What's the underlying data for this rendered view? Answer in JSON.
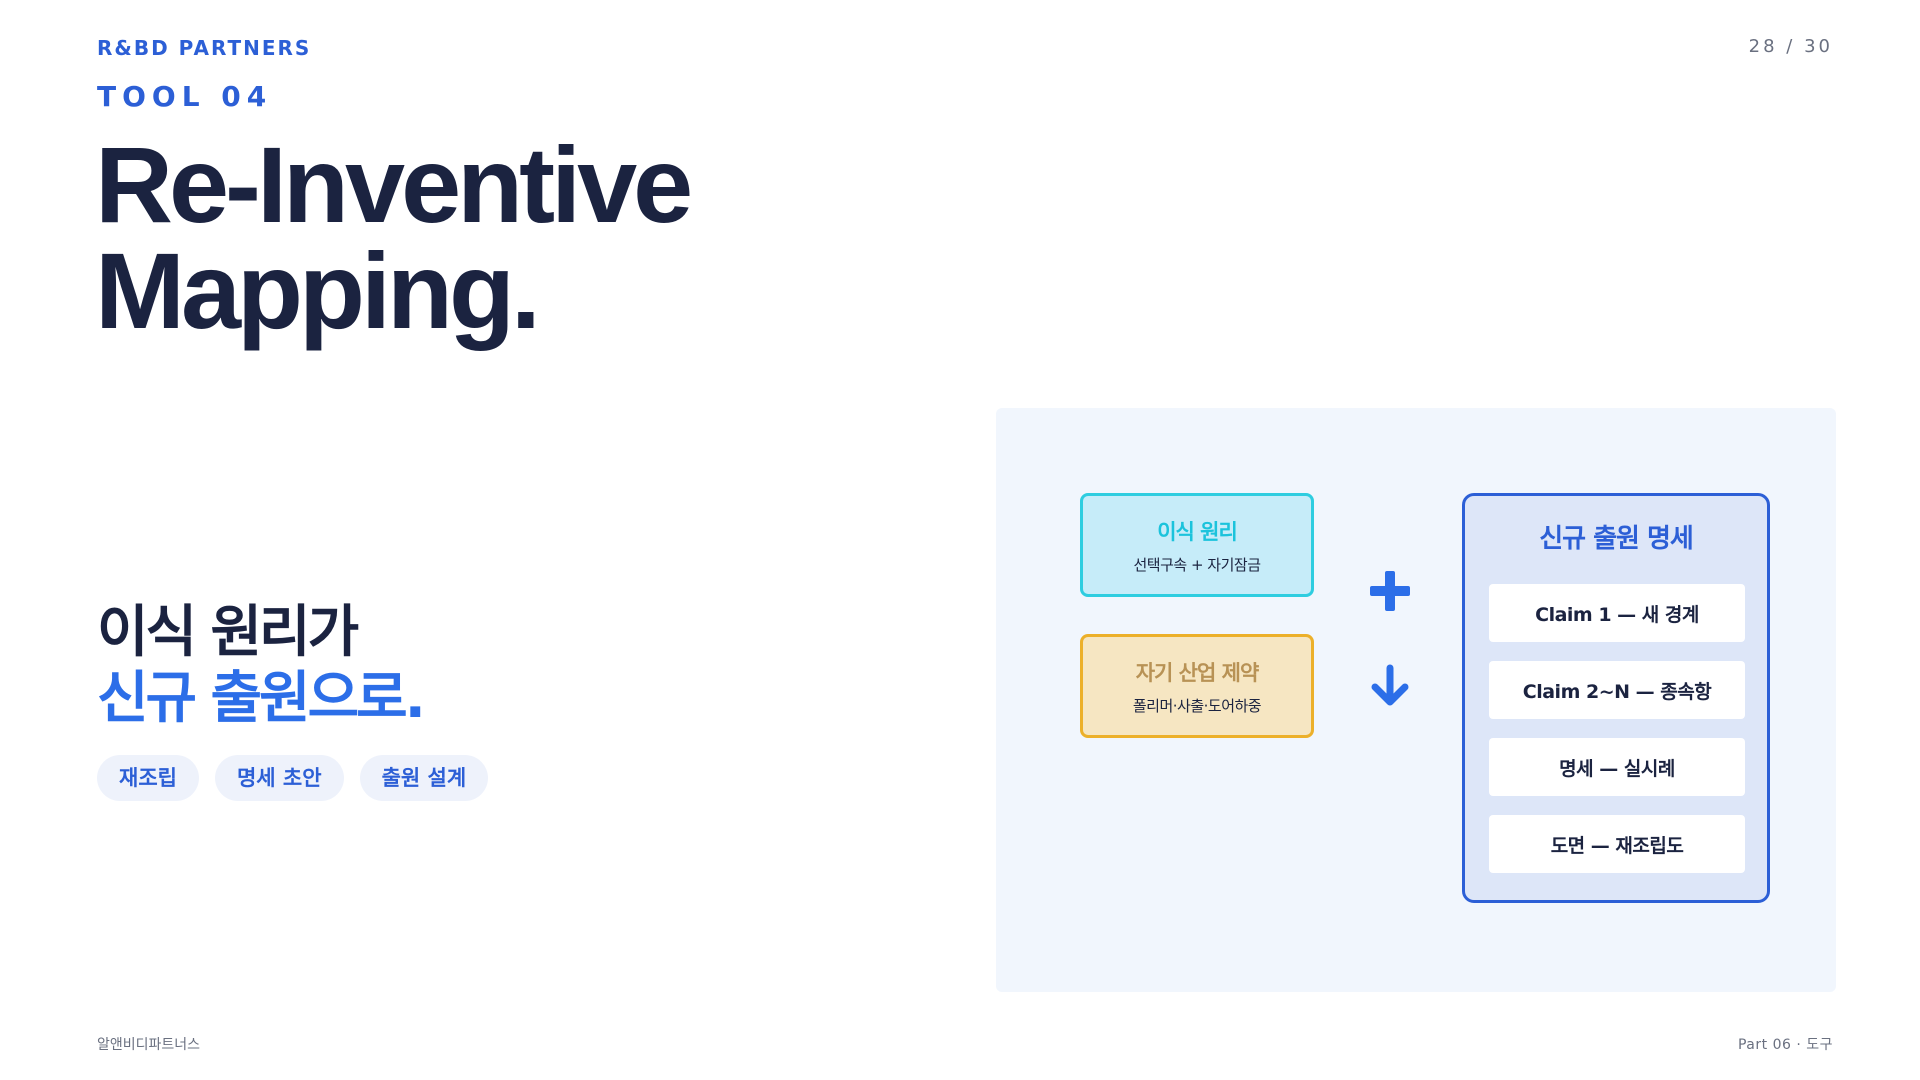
{
  "header": {
    "brand": "R&BD PARTNERS",
    "page": "28 / 30",
    "tool_label": "TOOL 04"
  },
  "title": {
    "line1": "Re-Inventive",
    "line2": "Mapping."
  },
  "subtitle": {
    "line1": "이식 원리가",
    "line2": "신규 출원으로."
  },
  "tags": [
    "재조립",
    "명세 초안",
    "출원 설계"
  ],
  "diagram": {
    "box1": {
      "title": "이식 원리",
      "subtitle": "선택구속 + 자기잠금"
    },
    "box2": {
      "title": "자기 산업 제약",
      "subtitle": "폴리머·사출·도어하중"
    },
    "output": {
      "title": "신규 출원 명세",
      "items": [
        "Claim 1 — 새 경계",
        "Claim 2~N — 종속항",
        "명세 — 실시례",
        "도면 — 재조립도"
      ]
    }
  },
  "footer": {
    "left": "알앤비디파트너스",
    "right": "Part 06 · 도구"
  },
  "colors": {
    "navy": "#1b2340",
    "blue": "#2c5fd6",
    "cyan": "#2ecde0",
    "amber": "#ecb02a",
    "panel": "#f1f6fd"
  },
  "icons": {
    "plus": "plus-icon",
    "arrow": "arrow-down-icon"
  }
}
